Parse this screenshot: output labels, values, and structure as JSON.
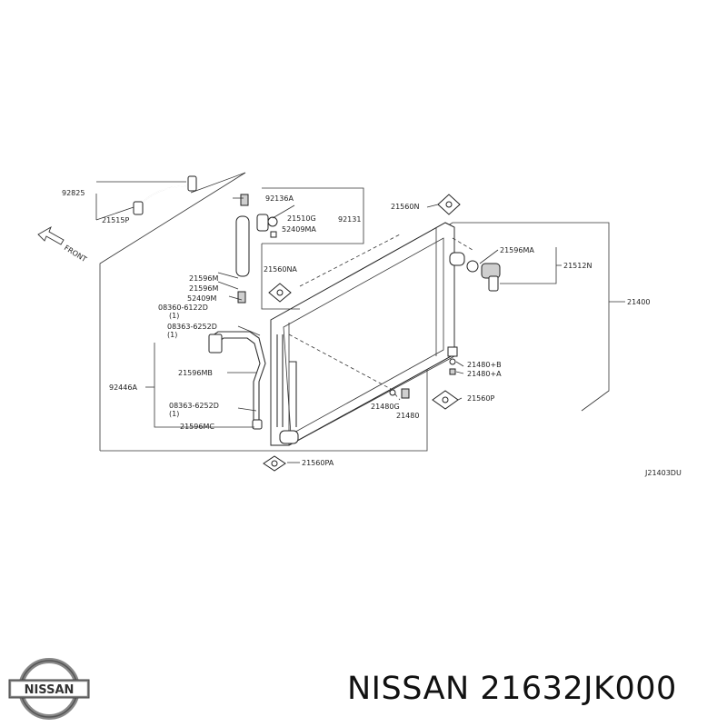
{
  "diagram": {
    "code": "J21403DU",
    "front": "FRONT",
    "labels": {
      "l92825": "92825",
      "l21515p": "21515P",
      "l92136a": "92136A",
      "l21510g": "21510G",
      "l52409ma": "52409MA",
      "l92131": "92131",
      "l21560n": "21560N",
      "l21560na": "21560NA",
      "l21596ma": "21596MA",
      "l21512n": "21512N",
      "l21596m_1": "21596M",
      "l21596m_2": "21596M",
      "l52409m": "52409M",
      "l08360": "08360-6122D",
      "l08360q": "(1)",
      "l08363a": "08363-6252D",
      "l08363aq": "(1)",
      "l21400": "21400",
      "l21480b": "21480+B",
      "l21480a": "21480+A",
      "l92446a": "92446A",
      "l21596mb": "21596MB",
      "l08363b": "08363-6252D",
      "l08363bq": "(1)",
      "l21596mc": "21596MC",
      "l21480g": "21480G",
      "l21480": "21480",
      "l21560p": "21560P",
      "l21560pa": "21560PA"
    }
  },
  "logo": {
    "text": "NISSAN"
  },
  "title": "NISSAN 21632JK000"
}
